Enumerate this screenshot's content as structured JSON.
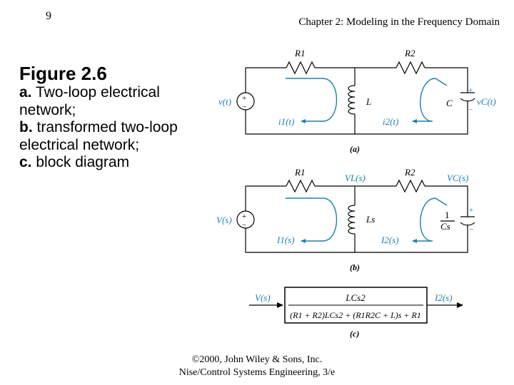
{
  "header": {
    "page_number": "9",
    "chapter_title": "Chapter 2: Modeling in the Frequency Domain"
  },
  "caption": {
    "title": "Figure 2.6",
    "items": [
      {
        "letter": "a.",
        "text": "Two-loop electrical network;"
      },
      {
        "letter": "b.",
        "text": "transformed two-loop electrical network;"
      },
      {
        "letter": "c.",
        "text": "block diagram"
      }
    ]
  },
  "circuit_a": {
    "label": "(a)",
    "source": "v(t)",
    "r1": "R1",
    "r2": "R2",
    "inductor": "L",
    "capacitor": "C",
    "cap_voltage": "vC(t)",
    "current1": "i1(t)",
    "current2": "i2(t)",
    "plus": "+",
    "minus": "−"
  },
  "circuit_b": {
    "label": "(b)",
    "source": "V(s)",
    "r1": "R1",
    "r2": "R2",
    "inductor": "Ls",
    "capacitor_num": "1",
    "capacitor_den": "Cs",
    "node_vl": "VL(s)",
    "node_vc": "VC(s)",
    "current1": "I1(s)",
    "current2": "I2(s)",
    "plus": "+",
    "minus": "−"
  },
  "block_c": {
    "label": "(c)",
    "input": "V(s)",
    "output": "I2(s)",
    "numerator": "LCs2",
    "denominator": "(R1 + R2)LCs2 + (R1R2C + L)s + R1"
  },
  "footer": {
    "line1": "©2000, John Wiley & Sons, Inc.",
    "line2": "Nise/Control Systems Engineering, 3/e"
  },
  "colors": {
    "loop_arrow": "#1f7fb0",
    "wire": "#000000"
  }
}
